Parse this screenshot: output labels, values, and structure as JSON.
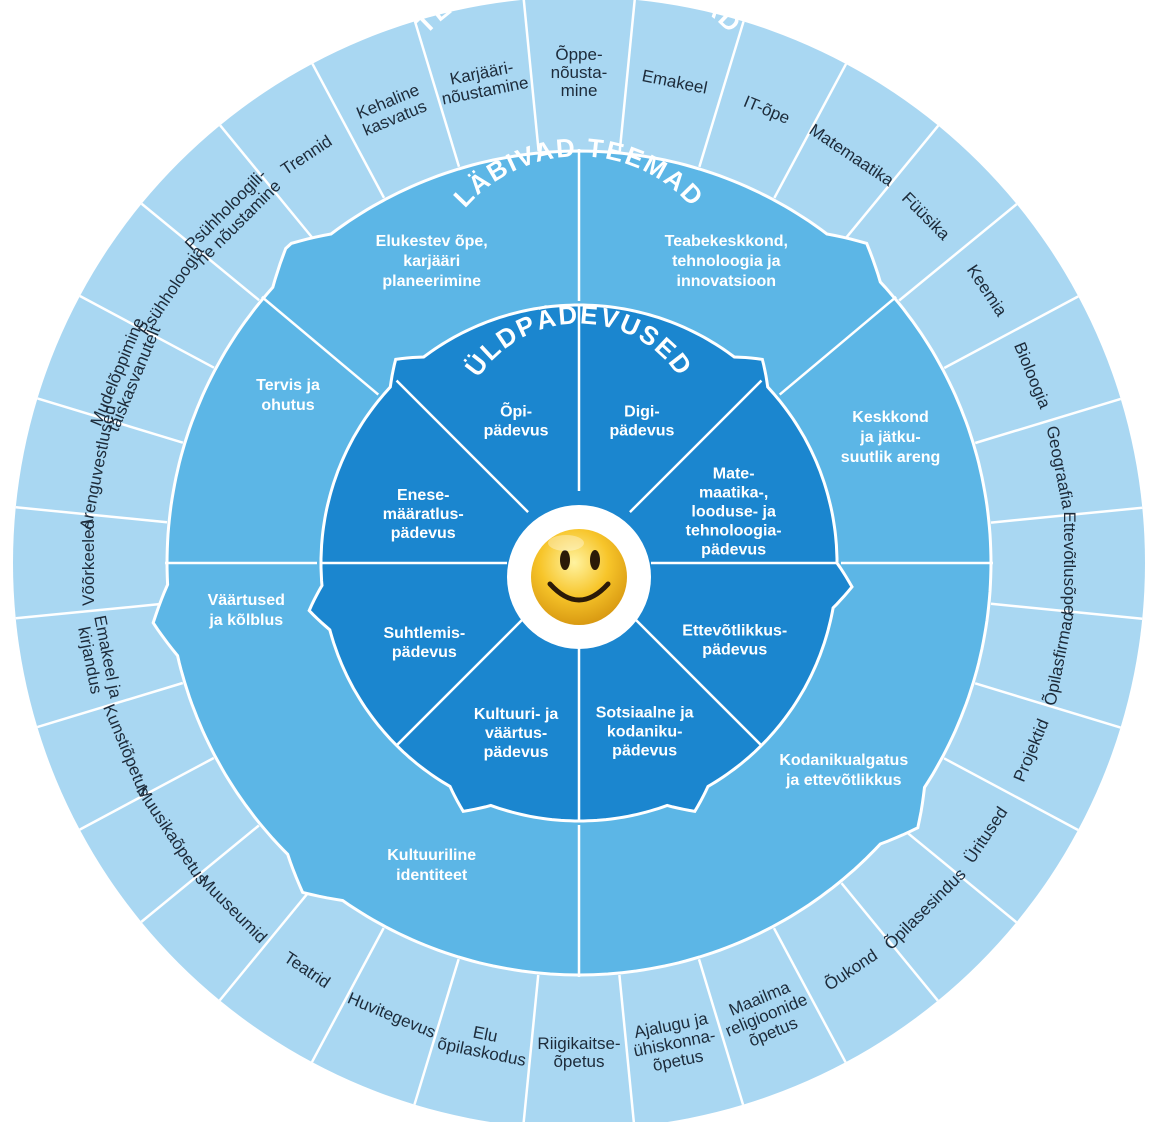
{
  "titles": {
    "outer": "TEGEVUSVALDKONNAD",
    "middle": "LÄBIVAD TEEMAD",
    "inner": "ÜLDPÄDEVUSED"
  },
  "colors": {
    "outer_ring": "#a9d7f2",
    "outer_ring_alt": "#b6def5",
    "middle_ring": "#5cb6e6",
    "inner_ring": "#1b86cf",
    "divider": "#ffffff",
    "outer_text": "#1d2b3a",
    "inner_text": "#ffffff"
  },
  "center_icon": "smiley-face-icon",
  "outer_items": [
    {
      "lines": [
        "Õppe-",
        "nõusta-",
        "mine"
      ]
    },
    {
      "lines": [
        "Emakeel"
      ]
    },
    {
      "lines": [
        "IT-õpe"
      ]
    },
    {
      "lines": [
        "Matemaatika"
      ]
    },
    {
      "lines": [
        "Füüsika"
      ]
    },
    {
      "lines": [
        "Keemia"
      ]
    },
    {
      "lines": [
        "Bioloogia"
      ]
    },
    {
      "lines": [
        "Geograafia"
      ]
    },
    {
      "lines": [
        "Ettevõtlusõpe"
      ]
    },
    {
      "lines": [
        "Õpilasfirmad"
      ]
    },
    {
      "lines": [
        "Projektid"
      ]
    },
    {
      "lines": [
        "Üritused"
      ]
    },
    {
      "lines": [
        "Õpilasesindus"
      ]
    },
    {
      "lines": [
        "Õukond"
      ]
    },
    {
      "lines": [
        "Maailma",
        "religioonide",
        "õpetus"
      ]
    },
    {
      "lines": [
        "Ajalugu ja",
        "ühiskonna-",
        "õpetus"
      ]
    },
    {
      "lines": [
        "Riigikaitse-",
        "õpetus"
      ]
    },
    {
      "lines": [
        "Elu",
        "õpilaskodus"
      ]
    },
    {
      "lines": [
        "Huvitegevus"
      ]
    },
    {
      "lines": [
        "Teatrid"
      ]
    },
    {
      "lines": [
        "Muuseumid"
      ]
    },
    {
      "lines": [
        "Muusikaõpetus"
      ]
    },
    {
      "lines": [
        "Kunstiõpetus"
      ]
    },
    {
      "lines": [
        "Emakeel ja",
        "kirjandus"
      ]
    },
    {
      "lines": [
        "Võõrkeeled"
      ]
    },
    {
      "lines": [
        "Arenguvestlused"
      ]
    },
    {
      "lines": [
        "Mudelõppimine",
        "täiskasvanutelt"
      ]
    },
    {
      "lines": [
        "Psühholoogia"
      ]
    },
    {
      "lines": [
        "Psühholoogili-",
        "ne nõustamine"
      ]
    },
    {
      "lines": [
        "Trennid"
      ]
    },
    {
      "lines": [
        "Kehaline",
        "kasvatus"
      ]
    },
    {
      "lines": [
        "Karjääri-",
        "nõustamine"
      ]
    }
  ],
  "middle_items": [
    {
      "lines": [
        "Elukestev õpe,",
        "karjääri",
        "planeerimine"
      ]
    },
    {
      "lines": [
        "Teabekeskkond,",
        "tehnoloogia ja",
        "innovatsioon"
      ]
    },
    {
      "lines": [
        "Keskkond",
        "ja jätku-",
        "suutlik areng"
      ]
    },
    {
      "lines": [
        "Kodanikualgatus",
        "ja ettevõtlikkus"
      ]
    },
    {
      "lines": [
        "Kultuuriline",
        "identiteet"
      ]
    },
    {
      "lines": [
        "Väärtused",
        "ja kõlblus"
      ]
    },
    {
      "lines": [
        "Tervis ja",
        "ohutus"
      ]
    }
  ],
  "inner_items": [
    {
      "lines": [
        "Õpi-",
        "pädevus"
      ]
    },
    {
      "lines": [
        "Digi-",
        "pädevus"
      ]
    },
    {
      "lines": [
        "Mate-",
        "maatika-,",
        "looduse- ja",
        "tehnoloogia-",
        "pädevus"
      ]
    },
    {
      "lines": [
        "Ettevõtlikkus-",
        "pädevus"
      ]
    },
    {
      "lines": [
        "Sotsiaalne ja",
        "kodaniku-",
        "pädevus"
      ]
    },
    {
      "lines": [
        "Kultuuri- ja",
        "väärtus-",
        "pädevus"
      ]
    },
    {
      "lines": [
        "Suhtlemis-",
        "pädevus"
      ]
    },
    {
      "lines": [
        "Enese-",
        "määratlus-",
        "pädevus"
      ]
    }
  ]
}
